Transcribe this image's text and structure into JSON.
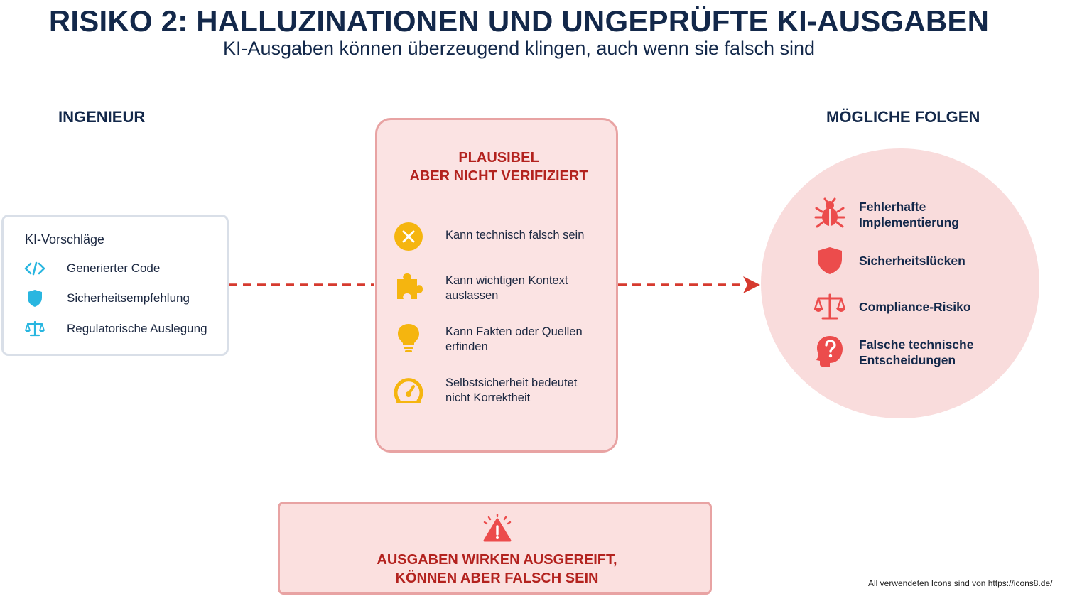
{
  "title": "RISIKO 2: HALLUZINATIONEN UND UNGEPRÜFTE KI-AUSGABEN",
  "subtitle": "KI-Ausgaben können überzeugend klingen, auch wenn sie falsch sind",
  "left": {
    "heading": "INGENIEUR",
    "card_title": "KI-Vorschläge",
    "items": [
      {
        "icon": "code-icon",
        "label": "Generierter Code"
      },
      {
        "icon": "shield-icon",
        "label": "Sicherheitsempfehlung"
      },
      {
        "icon": "scales-icon",
        "label": "Regulatorische Auslegung"
      }
    ]
  },
  "middle": {
    "title_line1": "PLAUSIBEL",
    "title_line2": "ABER NICHT VERIFIZIERT",
    "items": [
      {
        "icon": "x-circle-icon",
        "label": "Kann technisch falsch sein"
      },
      {
        "icon": "puzzle-icon",
        "label": "Kann wichtigen Kontext\nauslassen"
      },
      {
        "icon": "lightbulb-icon",
        "label": "Kann Fakten oder Quellen\nerfinden"
      },
      {
        "icon": "gauge-icon",
        "label": "Selbstsicherheit bedeutet\nnicht Korrektheit"
      }
    ]
  },
  "right": {
    "heading": "MÖGLICHE FOLGEN",
    "items": [
      {
        "icon": "bug-icon",
        "label": "Fehlerhafte\nImplementierung"
      },
      {
        "icon": "shield-icon",
        "label": "Sicherheitslücken"
      },
      {
        "icon": "scales-icon",
        "label": "Compliance-Risiko"
      },
      {
        "icon": "head-question-icon",
        "label": "Falsche technische\nEntscheidungen"
      }
    ]
  },
  "warning": {
    "icon": "warning-icon",
    "text": "AUSGABEN WIRKEN AUSGEREIFT,\nKÖNNEN ABER FALSCH SEIN"
  },
  "credit": "All verwendeten Icons sind von https://icons8.de/",
  "colors": {
    "navy": "#13284a",
    "red_text": "#b3221e",
    "arrow_red": "#d63a2f",
    "cyan": "#29b6e0",
    "amber": "#f5b50f",
    "icon_red": "#ec4c4c",
    "card_pink": "#fbe3e3",
    "circle_pink": "#f9dcdc"
  }
}
